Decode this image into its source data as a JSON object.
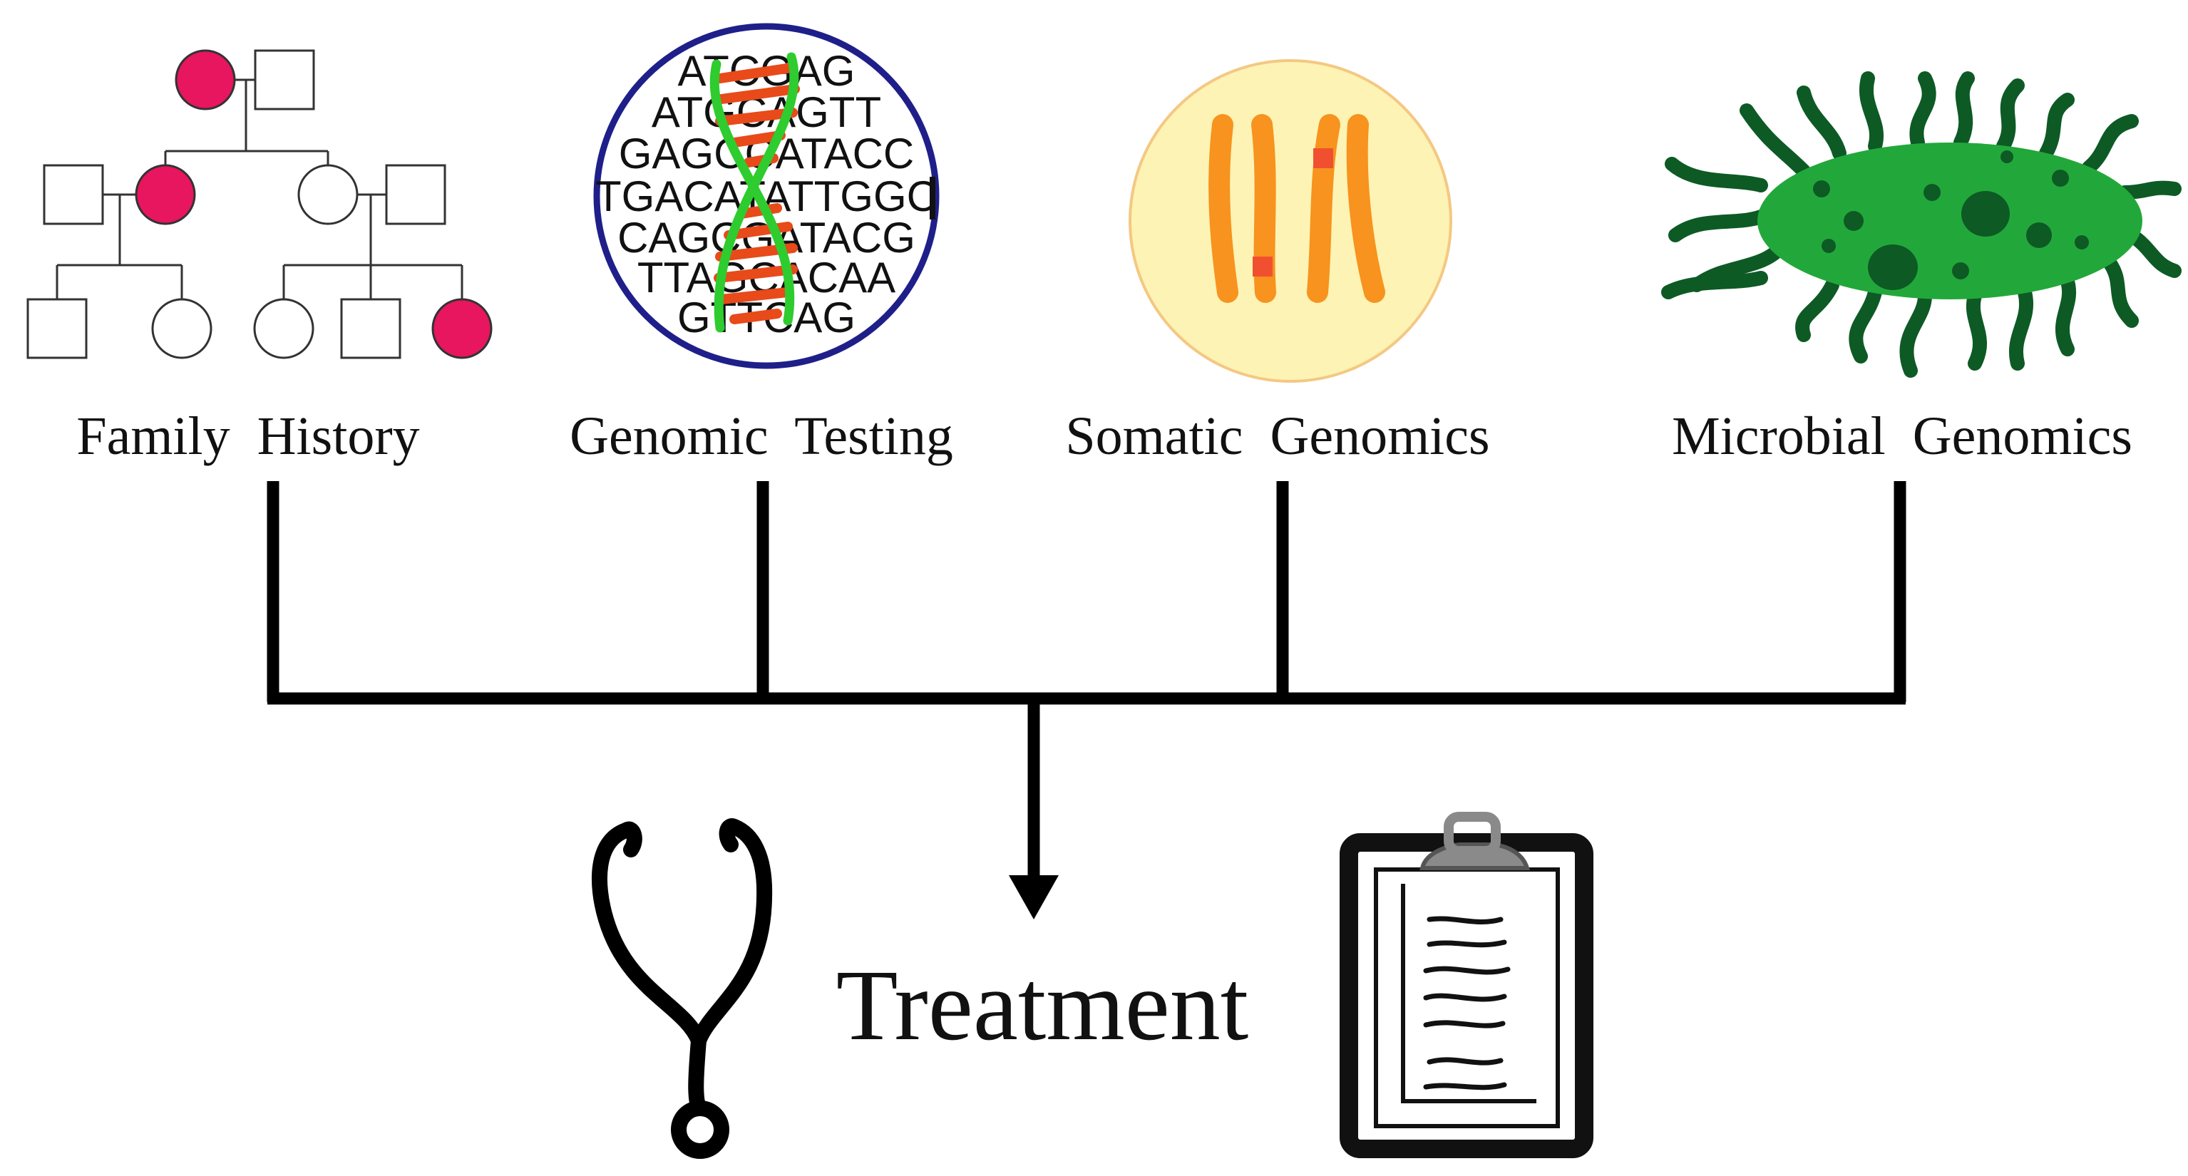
{
  "inputs": [
    {
      "id": "family-history",
      "label": "Family  History",
      "icon": "pedigree-chart-icon"
    },
    {
      "id": "genomic-testing",
      "label": "Genomic  Testing",
      "icon": "dna-sequence-icon"
    },
    {
      "id": "somatic-genomics",
      "label": "Somatic  Genomics",
      "icon": "chromosome-cell-icon"
    },
    {
      "id": "microbial-genomics",
      "label": "Microbial  Genomics",
      "icon": "bacterium-icon"
    }
  ],
  "output": {
    "label": "Treatment",
    "icons": [
      "stethoscope-icon",
      "clipboard-icon"
    ]
  },
  "dna_sequence": [
    "ATCGAG",
    "ATGCAGTT",
    "GAGCCATACC",
    "TGACATATTGGC",
    "CAGCGATACG",
    "TTAGCACAA",
    "GTTCAG"
  ],
  "colors": {
    "pedigree_affected": "#e8155f",
    "dna_ring": "#1f1f8a",
    "dna_backbone": "#2ecc2e",
    "dna_rungs": "#e84a1a",
    "cell_fill": "#fdf3b4",
    "cell_border": "#f4c883",
    "chromosome": "#f7931e",
    "chromosome_band": "#f05030",
    "bacterium_body": "#22a83a",
    "bacterium_dark": "#0d5a25",
    "connector": "#000000"
  }
}
